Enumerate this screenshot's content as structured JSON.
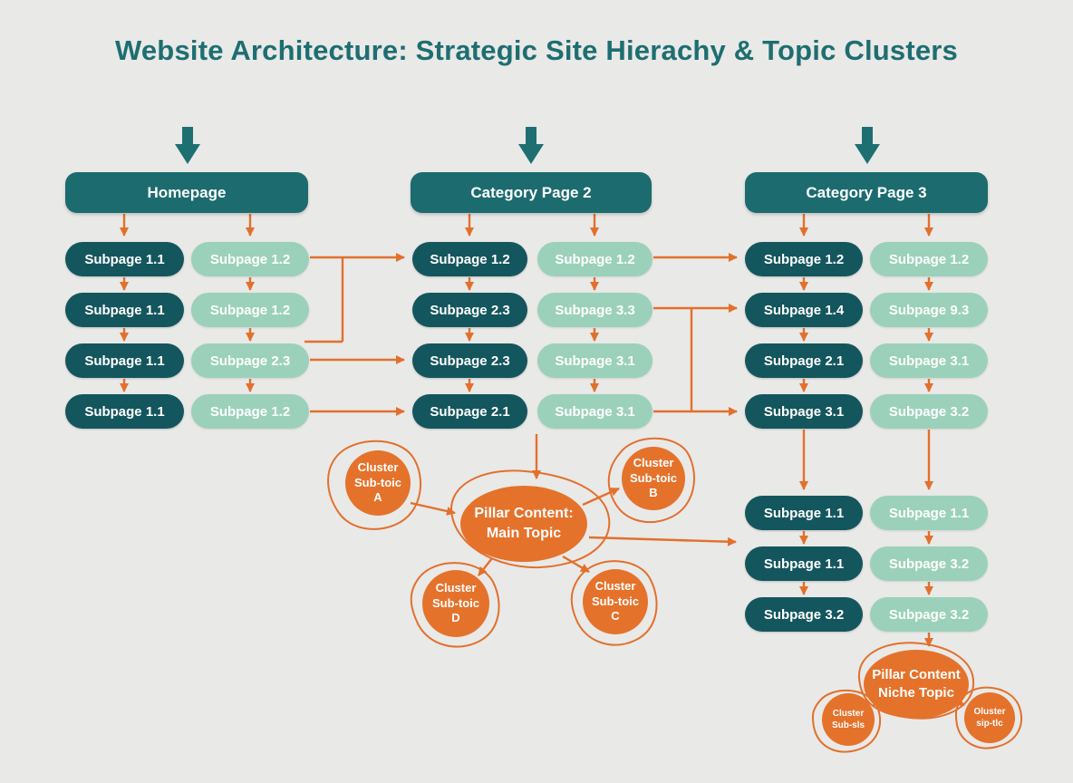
{
  "title": "Website Architecture: Strategic Site Hierachy & Topic Clusters",
  "palette": {
    "background": "#e9e9e7",
    "teal_title": "#1e6e71",
    "teal_header": "#1c6b6f",
    "teal_dark_pill": "#14565d",
    "green_light_pill": "#9bd1bb",
    "orange_accent": "#e2702d",
    "orange_node_fill": "#e5722b",
    "text_on_fill": "#ffffff"
  },
  "columns": [
    {
      "header": "Homepage",
      "dark": [
        "Subpage 1.1",
        "Subpage 1.1",
        "Subpage 1.1",
        "Subpage 1.1"
      ],
      "light": [
        "Subpage 1.2",
        "Subpage 1.2",
        "Subpage 2.3",
        "Subpage 1.2"
      ]
    },
    {
      "header": "Category Page 2",
      "dark": [
        "Subpage 1.2",
        "Subpage 2.3",
        "Subpage 2.3",
        "Subpage 2.1"
      ],
      "light": [
        "Subpage 1.2",
        "Subpage 3.3",
        "Subpage 3.1",
        "Subpage 3.1"
      ]
    },
    {
      "header": "Category Page 3",
      "dark": [
        "Subpage 1.2",
        "Subpage 1.4",
        "Subpage 2.1",
        "Subpage 3.1"
      ],
      "light": [
        "Subpage 1.2",
        "Subpage 9.3",
        "Subpage 3.1",
        "Subpage 3.2"
      ],
      "dark2": [
        "Subpage 1.1",
        "Subpage 1.1",
        "Subpage 3.2"
      ],
      "light2": [
        "Subpage 1.1",
        "Subpage 3.2",
        "Subpage 3.2"
      ]
    }
  ],
  "main_cluster": {
    "pillar_line1": "Pillar Content:",
    "pillar_line2": "Main Topic",
    "nodes": [
      {
        "l1": "Cluster",
        "l2": "Sub-toic",
        "l3": "A"
      },
      {
        "l1": "Cluster",
        "l2": "Sub-toic",
        "l3": "B"
      },
      {
        "l1": "Cluster",
        "l2": "Sub-toic",
        "l3": "D"
      },
      {
        "l1": "Cluster",
        "l2": "Sub-toic",
        "l3": "C"
      }
    ]
  },
  "niche_cluster": {
    "pillar_line1": "Pillar Content",
    "pillar_line2": "Niche Topic",
    "nodes": [
      {
        "l1": "Cluster",
        "l2": "Sub-sls"
      },
      {
        "l1": "Oluster",
        "l2": "sip-tlc"
      }
    ]
  }
}
